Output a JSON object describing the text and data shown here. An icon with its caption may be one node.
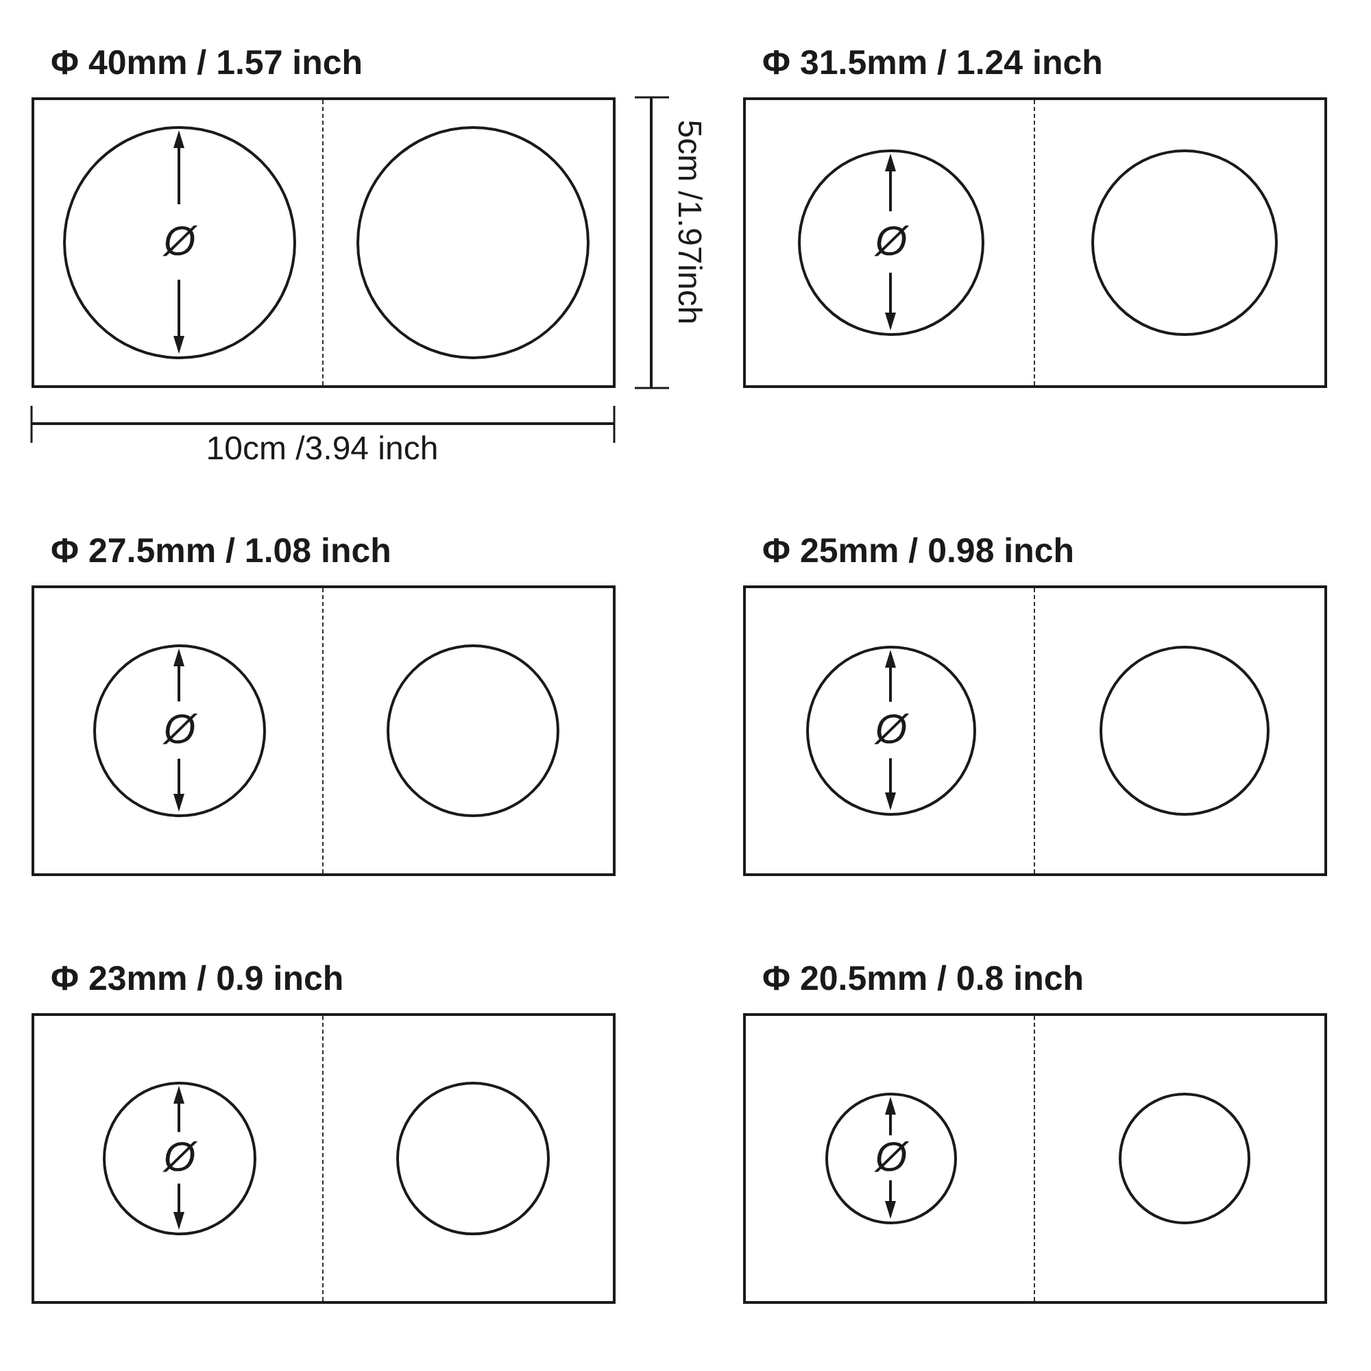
{
  "diagram": {
    "nodes": [
      {
        "text": [
          "Φ 40mm / 1.57 inch"
        ]
      },
      {
        "text": [
          "Ø"
        ],
        "in": 0
      },
      {
        "text": [],
        "shape": "circle",
        "in": 0
      },
      {
        "text": [
          "Φ 31.5mm / 1.24 inch"
        ]
      },
      {
        "text": [
          "Ø"
        ],
        "in": 3
      },
      {
        "text": [],
        "shape": "circle",
        "in": 3
      },
      {
        "text": [
          "Φ 27.5mm / 1.08 inch"
        ]
      },
      {
        "text": [
          "Ø"
        ],
        "in": 6
      },
      {
        "text": [],
        "shape": "circle",
        "in": 6
      },
      {
        "text": [
          "Φ 25mm / 0.98 inch"
        ]
      },
      {
        "text": [
          "Ø"
        ],
        "in": 9
      },
      {
        "text": [],
        "shape": "circle",
        "in": 9
      },
      {
        "text": [
          "Φ 23mm / 0.9 inch"
        ]
      },
      {
        "text": [
          "Ø"
        ],
        "in": 12
      },
      {
        "text": [],
        "shape": "circle",
        "in": 12
      },
      {
        "text": [
          "Φ 20.5mm / 0.8 inch"
        ]
      },
      {
        "text": [
          "Ø"
        ],
        "in": 15
      },
      {
        "text": [],
        "shape": "circle",
        "in": 15
      }
    ],
    "labels": [
      "5cm /1.97inch",
      "10cm /3.94 inch"
    ]
  }
}
